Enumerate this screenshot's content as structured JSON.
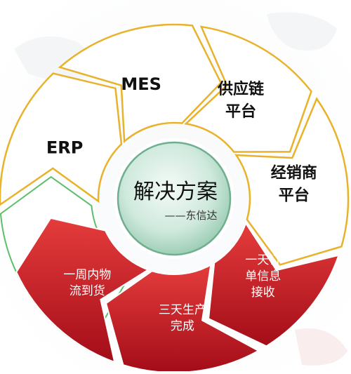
{
  "center": {
    "title": "解决方案",
    "subtitle": "——东信达"
  },
  "segments": [
    {
      "id": "erp",
      "lines": [
        "ERP"
      ],
      "style": "outline-gold"
    },
    {
      "id": "mes",
      "lines": [
        "MES"
      ],
      "style": "outline-gold"
    },
    {
      "id": "supply",
      "lines": [
        "供应链",
        "平台"
      ],
      "style": "outline-gold"
    },
    {
      "id": "dealer",
      "lines": [
        "经销商",
        "平台"
      ],
      "style": "outline-gold"
    },
    {
      "id": "order",
      "lines": [
        "一天订",
        "单信息",
        "接收"
      ],
      "style": "filled-red"
    },
    {
      "id": "produce",
      "lines": [
        "三天生产",
        "完成"
      ],
      "style": "filled-red"
    },
    {
      "id": "logistics",
      "lines": [
        "一周内物",
        "流到货"
      ],
      "style": "filled-red"
    }
  ],
  "colors": {
    "gold_stroke": "#e8b32b",
    "green_stroke": "#5cbf6a",
    "red_top": "#e03a3a",
    "red_bottom": "#a8101a",
    "center_fill": "#cfe9dd",
    "center_ring": "#7cb79a",
    "text_dark": "#111111",
    "text_light": "#ffffff"
  }
}
